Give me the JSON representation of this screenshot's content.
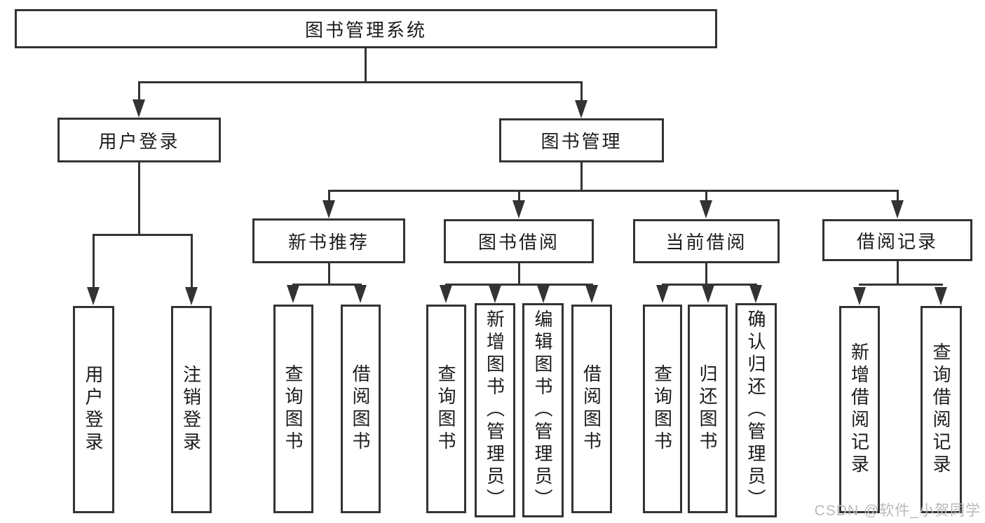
{
  "tree": {
    "label": "图书管理系统",
    "children": [
      {
        "label": "用户登录",
        "children": [
          {
            "label": "用户登录"
          },
          {
            "label": "注销登录"
          }
        ]
      },
      {
        "label": "图书管理",
        "children": [
          {
            "label": "新书推荐",
            "children": [
              {
                "label": "查询图书"
              },
              {
                "label": "借阅图书"
              }
            ]
          },
          {
            "label": "图书借阅",
            "children": [
              {
                "label": "查询图书"
              },
              {
                "label": "新增图书（管理员）"
              },
              {
                "label": "编辑图书（管理员）"
              },
              {
                "label": "借阅图书"
              }
            ]
          },
          {
            "label": "当前借阅",
            "children": [
              {
                "label": "查询图书"
              },
              {
                "label": "归还图书"
              },
              {
                "label": "确认归还（管理员）"
              }
            ]
          },
          {
            "label": "借阅记录",
            "children": [
              {
                "label": "新增借阅记录"
              },
              {
                "label": "查询借阅记录"
              }
            ]
          }
        ]
      }
    ]
  },
  "watermark": {
    "text": "CSDN @软件_小贺同学"
  },
  "colors": {
    "line": "#333333",
    "text": "#1c1c1c",
    "background": "#ffffff",
    "watermark": "#b9b9b9"
  }
}
